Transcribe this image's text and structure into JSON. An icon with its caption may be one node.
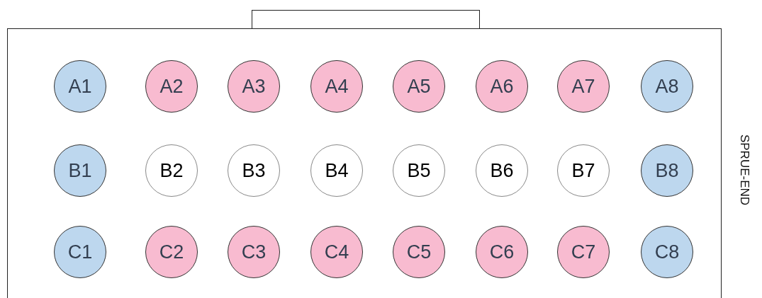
{
  "diagram": {
    "nodes": [
      {
        "text": [],
        "shape": "box"
      },
      {
        "text": [],
        "shape": "box"
      },
      {
        "text": [
          "A1"
        ],
        "in": 1
      },
      {
        "text": [
          "A2"
        ],
        "in": 1
      },
      {
        "text": [
          "A3"
        ],
        "in": 1
      },
      {
        "text": [
          "A4"
        ],
        "in": 1
      },
      {
        "text": [
          "A5"
        ],
        "in": 1
      },
      {
        "text": [
          "A6"
        ],
        "in": 1
      },
      {
        "text": [
          "A7"
        ],
        "in": 1
      },
      {
        "text": [
          "A8"
        ],
        "in": 1
      },
      {
        "text": [
          "B1"
        ],
        "in": 1
      },
      {
        "text": [
          "B2"
        ],
        "in": 1
      },
      {
        "text": [
          "B3"
        ],
        "in": 1
      },
      {
        "text": [
          "B4"
        ],
        "in": 1
      },
      {
        "text": [
          "B5"
        ],
        "in": 1
      },
      {
        "text": [
          "B6"
        ],
        "in": 1
      },
      {
        "text": [
          "B7"
        ],
        "in": 1
      },
      {
        "text": [
          "B8"
        ],
        "in": 1
      },
      {
        "text": [
          "C1"
        ],
        "in": 1
      },
      {
        "text": [
          "C2"
        ],
        "in": 1
      },
      {
        "text": [
          "C3"
        ],
        "in": 1
      },
      {
        "text": [
          "C4"
        ],
        "in": 1
      },
      {
        "text": [
          "C5"
        ],
        "in": 1
      },
      {
        "text": [
          "C6"
        ],
        "in": 1
      },
      {
        "text": [
          "C7"
        ],
        "in": 1
      },
      {
        "text": [
          "C8"
        ],
        "in": 1
      }
    ],
    "edges": [],
    "labels": [
      "SPRUE-END"
    ]
  }
}
